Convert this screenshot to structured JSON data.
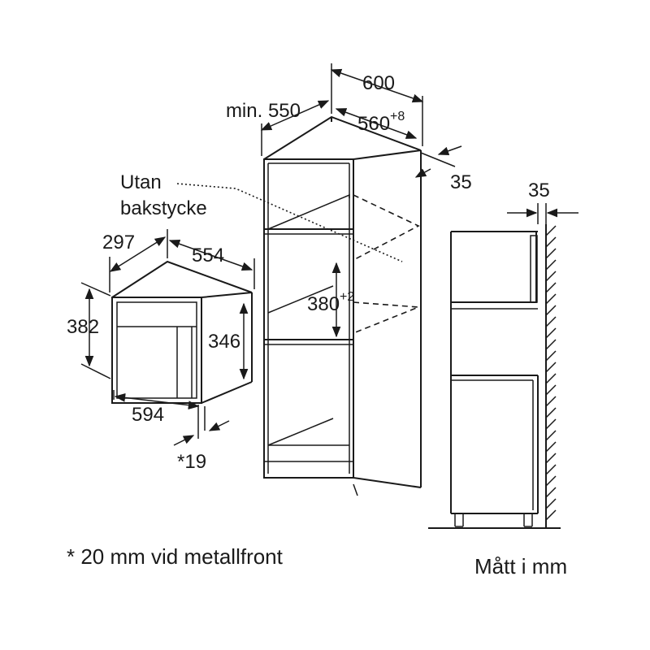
{
  "dimensions": {
    "cabinet_height": "600",
    "cabinet_min_depth": "min. 550",
    "niche_depth": "560",
    "niche_depth_tolerance": "+8",
    "side_gap_top": "35",
    "back_label_line1": "Utan",
    "back_label_line2": "bakstycke",
    "niche_height": "380",
    "niche_height_tolerance": "+2",
    "oven_depth": "297",
    "oven_inner_width": "554",
    "oven_height": "382",
    "oven_inner_height": "346",
    "oven_width": "594",
    "front_offset": "*19",
    "side_gap_right": "35"
  },
  "notes": {
    "footnote": "* 20 mm vid metallfront",
    "units": "Mått i mm"
  }
}
